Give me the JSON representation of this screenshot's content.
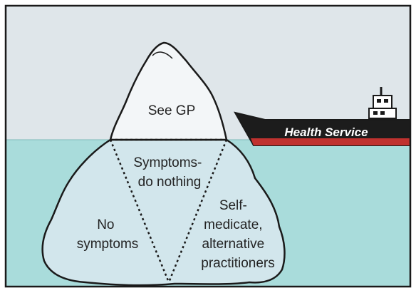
{
  "colors": {
    "sky": "#dfe6ea",
    "sea": "#a9dcdb",
    "ice_above": "#f3f6f8",
    "ice_below": "#d2e6ec",
    "ship_hull_top": "#1c1c1c",
    "ship_stripe": "#c0322f",
    "outline": "#1a1a1a"
  },
  "iceberg": {
    "top_label": "See GP",
    "middle_label_lines": [
      "Symptoms-",
      "do nothing"
    ],
    "left_label_lines": [
      "No",
      "symptoms"
    ],
    "right_label_lines": [
      "Self-",
      "medicate,",
      "alternative",
      "practitioners"
    ]
  },
  "ship": {
    "label": "Health Service"
  }
}
